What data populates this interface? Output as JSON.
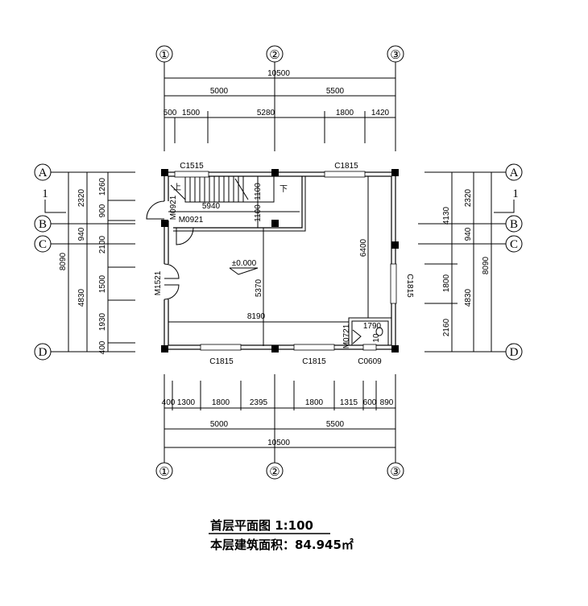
{
  "title": "首层平面图 1:100",
  "area_note": "本层建筑面积：84.945㎡",
  "axes": {
    "columns": [
      "①",
      "②",
      "③"
    ],
    "rows": [
      "A",
      "B",
      "C",
      "D"
    ]
  },
  "section_mark": "1",
  "top_dims": {
    "total": "10500",
    "bays": [
      "5000",
      "5500"
    ],
    "detail": [
      "500",
      "1500",
      "5280",
      "1800",
      "1420"
    ]
  },
  "bottom_dims": {
    "total": "10500",
    "bays": [
      "5000",
      "5500"
    ],
    "detail": [
      "400",
      "1300",
      "1800",
      "2395",
      "1800",
      "1315",
      "600",
      "890"
    ]
  },
  "left_dims": {
    "total": "8090",
    "bays": [
      "2320",
      "940",
      "4830"
    ],
    "detail": [
      "1260",
      "900",
      "2100",
      "1500",
      "1930",
      "400"
    ]
  },
  "right_dims": {
    "total": "8090",
    "bays": [
      "2320",
      "940",
      "4830"
    ],
    "detail": [
      "4130",
      "1800",
      "2160"
    ]
  },
  "plan": {
    "windows": {
      "top_left": "C1515",
      "top_right": "C1815",
      "right": "C1815",
      "bottom_1": "C1815",
      "bottom_2": "C1815",
      "bottom_3": "C0609"
    },
    "doors": {
      "side": "M0921",
      "inner": "M0921",
      "main": "M1521",
      "toilet": "M0721"
    },
    "stair_up": "上",
    "stair_down": "下",
    "dims": {
      "stair_len": "5940",
      "stair_w": "1100",
      "corridor": "1100",
      "hall_h": "6400",
      "hall_left_h": "5370",
      "hall_w": "8190",
      "toilet_w": "1790",
      "toilet_h": "10"
    },
    "elevation": "±0.000"
  }
}
